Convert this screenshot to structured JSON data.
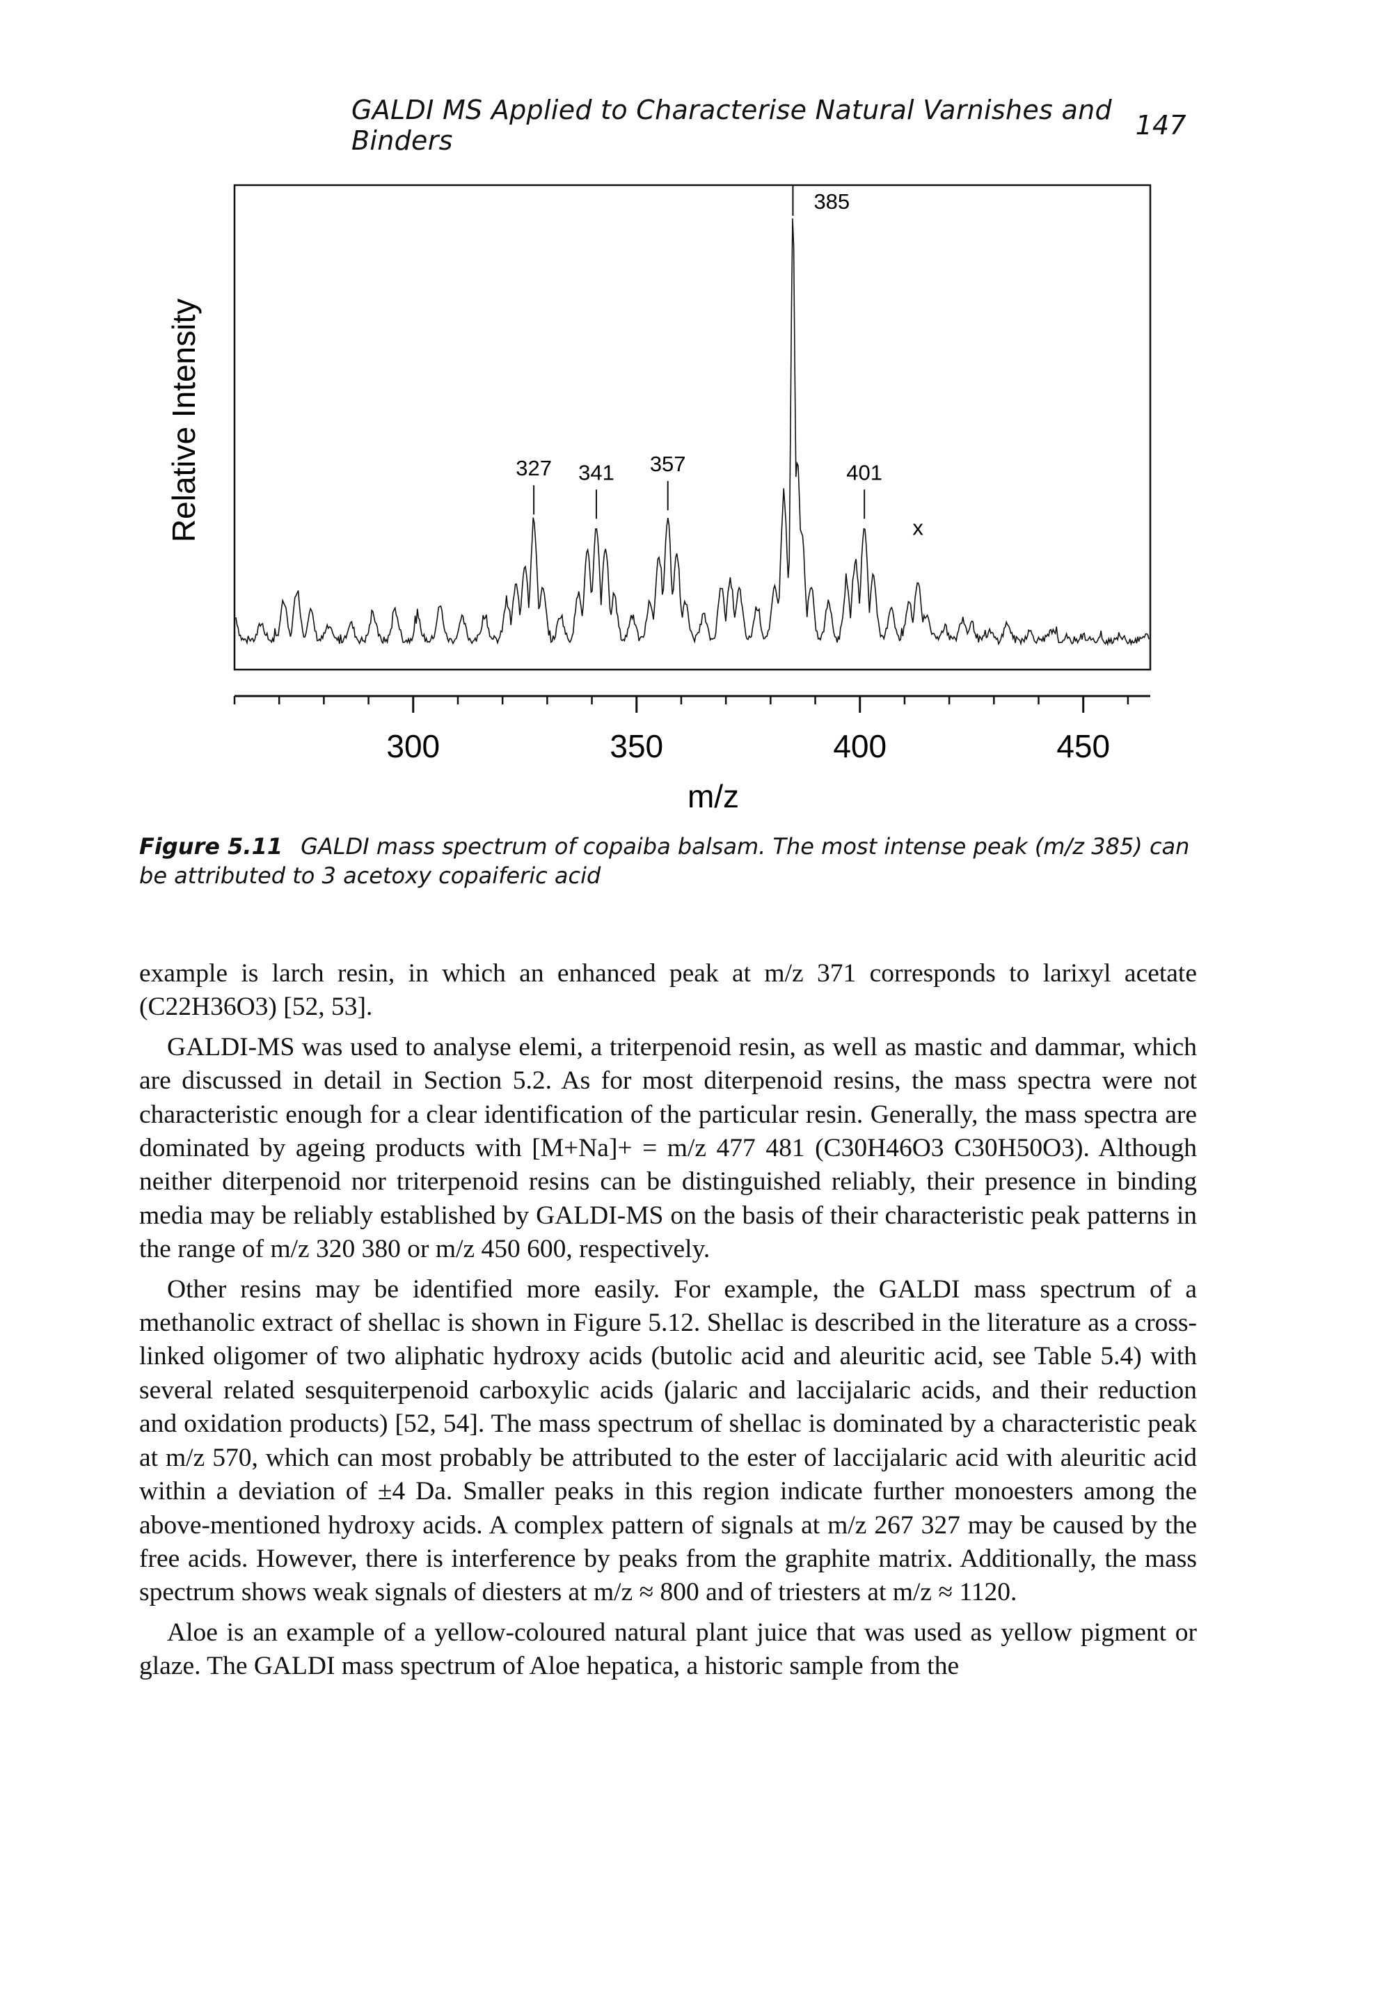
{
  "page": {
    "running_head": "GALDI MS Applied to Characterise Natural Varnishes and Binders",
    "page_number": "147"
  },
  "figure": {
    "caption_label": "Figure 5.11",
    "caption_text": "GALDI mass spectrum of copaiba balsam. The most intense peak (m/z 385) can be attributed to 3 acetoxy copaiferic acid",
    "chart_data": {
      "type": "line",
      "title": "",
      "xlabel": "m/z",
      "ylabel": "Relative Intensity",
      "xlim": [
        260,
        465
      ],
      "ylim": [
        0,
        100
      ],
      "x_tick_labels": [
        "300",
        "350",
        "400",
        "450"
      ],
      "x_major_ticks": [
        300,
        350,
        400,
        450
      ],
      "x_minor_ticks": [
        260,
        270,
        280,
        290,
        310,
        320,
        330,
        340,
        360,
        370,
        380,
        390,
        410,
        420,
        430,
        440,
        460
      ],
      "grid": false,
      "series": [
        {
          "peaks": [
            {
              "x": 260,
              "y": 6
            },
            {
              "x": 266,
              "y": 4
            },
            {
              "x": 271,
              "y": 9
            },
            {
              "x": 274,
              "y": 12
            },
            {
              "x": 277,
              "y": 7
            },
            {
              "x": 281,
              "y": 3
            },
            {
              "x": 286,
              "y": 4
            },
            {
              "x": 291,
              "y": 6
            },
            {
              "x": 296,
              "y": 7
            },
            {
              "x": 301,
              "y": 5
            },
            {
              "x": 306,
              "y": 8
            },
            {
              "x": 311,
              "y": 5
            },
            {
              "x": 316,
              "y": 6
            },
            {
              "x": 321,
              "y": 9
            },
            {
              "x": 323,
              "y": 13
            },
            {
              "x": 325,
              "y": 18
            },
            {
              "x": 327,
              "y": 28
            },
            {
              "x": 329,
              "y": 12
            },
            {
              "x": 333,
              "y": 6
            },
            {
              "x": 337,
              "y": 11
            },
            {
              "x": 339,
              "y": 21
            },
            {
              "x": 341,
              "y": 27
            },
            {
              "x": 343,
              "y": 22
            },
            {
              "x": 345,
              "y": 10
            },
            {
              "x": 349,
              "y": 6
            },
            {
              "x": 353,
              "y": 9
            },
            {
              "x": 355,
              "y": 20
            },
            {
              "x": 357,
              "y": 29
            },
            {
              "x": 359,
              "y": 20
            },
            {
              "x": 361,
              "y": 9
            },
            {
              "x": 365,
              "y": 6
            },
            {
              "x": 369,
              "y": 13
            },
            {
              "x": 371,
              "y": 14
            },
            {
              "x": 373,
              "y": 12
            },
            {
              "x": 377,
              "y": 8
            },
            {
              "x": 381,
              "y": 13
            },
            {
              "x": 383,
              "y": 34
            },
            {
              "x": 385,
              "y": 100
            },
            {
              "x": 386,
              "y": 42
            },
            {
              "x": 387,
              "y": 25
            },
            {
              "x": 389,
              "y": 12
            },
            {
              "x": 393,
              "y": 9
            },
            {
              "x": 397,
              "y": 13
            },
            {
              "x": 399,
              "y": 19
            },
            {
              "x": 401,
              "y": 27
            },
            {
              "x": 403,
              "y": 15
            },
            {
              "x": 407,
              "y": 8
            },
            {
              "x": 411,
              "y": 9
            },
            {
              "x": 413,
              "y": 14
            },
            {
              "x": 415,
              "y": 6
            },
            {
              "x": 419,
              "y": 3
            },
            {
              "x": 423,
              "y": 5
            },
            {
              "x": 425,
              "y": 4
            },
            {
              "x": 429,
              "y": 2
            },
            {
              "x": 433,
              "y": 4
            },
            {
              "x": 438,
              "y": 2
            },
            {
              "x": 443,
              "y": 2
            },
            {
              "x": 450,
              "y": 1
            },
            {
              "x": 458,
              "y": 1
            },
            {
              "x": 464,
              "y": 1
            }
          ]
        }
      ],
      "annotations": [
        {
          "text": "385",
          "x": 385
        },
        {
          "text": "327",
          "x": 327
        },
        {
          "text": "341",
          "x": 341
        },
        {
          "text": "357",
          "x": 357
        },
        {
          "text": "401",
          "x": 401
        },
        {
          "text": "x",
          "x": 413
        }
      ]
    }
  },
  "body": {
    "p1": "example is larch resin, in which an enhanced peak at m/z 371 corresponds to larixyl acetate (C22H36O3) [52, 53].",
    "p2": "GALDI-MS was used to analyse elemi, a triterpenoid resin, as well as mastic and dammar, which are discussed in detail in Section 5.2. As for most diterpenoid resins, the mass spectra were not characteristic enough for a clear identification of the particular resin. Generally, the mass spectra are dominated by ageing products with [M+Na]+ = m/z 477 481 (C30H46O3 C30H50O3). Although neither diterpenoid nor triterpenoid resins can be distinguished reliably, their presence in binding media may be reliably established by GALDI-MS on the basis of their characteristic peak patterns in the range of m/z 320 380 or m/z 450 600, respectively.",
    "p3": "Other resins may be identified more easily. For example, the GALDI mass spectrum of a methanolic extract of shellac is shown in Figure 5.12. Shellac is described in the literature as a cross-linked oligomer of two aliphatic hydroxy acids (butolic acid and aleuritic acid, see Table 5.4) with several related sesquiterpenoid carboxylic acids (jalaric and laccijalaric acids, and their reduction and oxidation products) [52, 54]. The mass spectrum of shellac is dominated by a characteristic peak at m/z 570, which can most probably be attributed to the ester of laccijalaric acid with aleuritic acid within a deviation of ±4 Da. Smaller peaks in this region indicate further monoesters among the above-mentioned hydroxy acids. A complex pattern of signals at m/z 267 327 may be caused by the free acids. However, there is interference by peaks from the graphite matrix. Additionally, the mass spectrum shows weak signals of diesters at m/z ≈ 800 and of triesters at m/z ≈ 1120.",
    "p4": "Aloe is an example of a yellow-coloured natural plant juice that was used as yellow pigment or glaze. The GALDI mass spectrum of Aloe hepatica, a historic sample from the"
  }
}
